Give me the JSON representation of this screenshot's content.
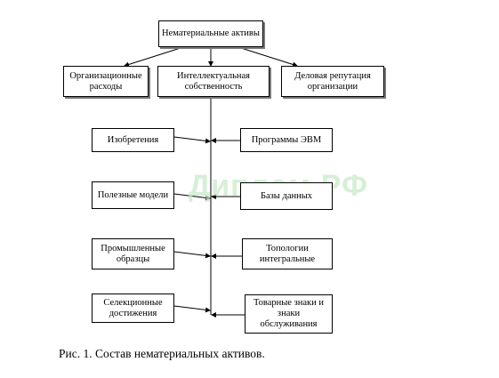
{
  "diagram": {
    "root": "Нематериальные активы",
    "level1": {
      "left": "Организационные\nрасходы",
      "center": "Интеллектуальная\nсобственность",
      "right": "Деловая репутация\nорганизации"
    },
    "left_items": [
      "Изобретения",
      "Полезные модели",
      "Промышленные\nобразцы",
      "Селекционные\nдостижения"
    ],
    "right_items": [
      "Программы ЭВМ",
      "Базы данных",
      "Топологии\nинтегральные",
      "Товарные знаки и\nзнаки\nобслуживания"
    ]
  },
  "watermark": "Диплом.РФ",
  "caption": "Рис. 1. Состав нематериальных активов."
}
